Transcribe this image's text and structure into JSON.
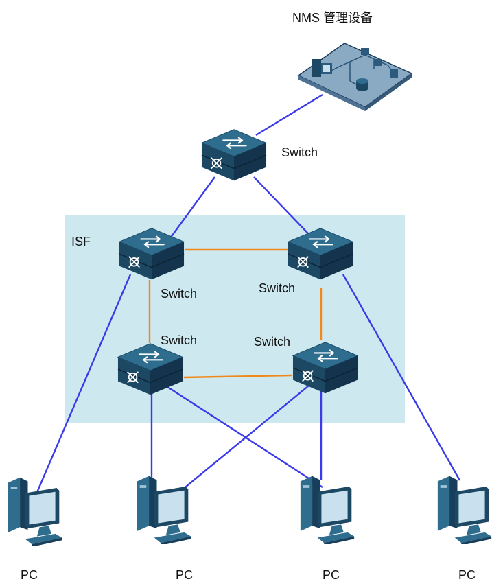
{
  "nms": {
    "label": "NMS 管理设备"
  },
  "isf": {
    "label": "ISF"
  },
  "switches": {
    "core": "Switch",
    "top_left": "Switch",
    "top_right": "Switch",
    "bottom_left": "Switch",
    "bottom_right": "Switch"
  },
  "pcs": [
    "PC",
    "PC",
    "PC",
    "PC"
  ],
  "colors": {
    "uplink": "#3a3ae8",
    "stack_link": "#f0891c",
    "isf_region": "#cde8ef",
    "device_top": "#2f6d8f",
    "device_side": "#173e5a"
  },
  "icons": [
    "server-cluster-icon",
    "switch-icon",
    "pc-icon"
  ]
}
